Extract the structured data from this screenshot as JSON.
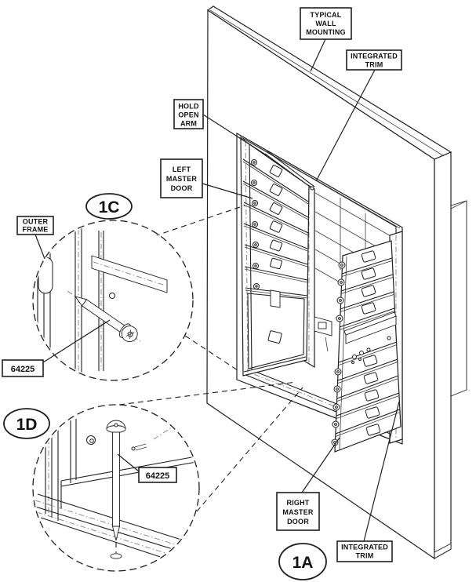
{
  "diagram": {
    "description": "Wall-mounted 4C mailbox installation drawing with detail callouts",
    "callouts": {
      "typical_wall_mounting": {
        "line1": "TYPICAL",
        "line2": "WALL",
        "line3": "MOUNTING"
      },
      "integrated_trim_top": {
        "line1": "INTEGRATED",
        "line2": "TRIM"
      },
      "hold_open_arm": {
        "line1": "HOLD",
        "line2": "OPEN",
        "line3": "ARM"
      },
      "left_master_door": {
        "line1": "LEFT",
        "line2": "MASTER",
        "line3": "DOOR"
      },
      "outer_frame": {
        "line1": "OUTER",
        "line2": "FRAME"
      },
      "right_master_door": {
        "line1": "RIGHT",
        "line2": "MASTER",
        "line3": "DOOR"
      },
      "integrated_trim_bottom": {
        "line1": "INTEGRATED",
        "line2": "TRIM"
      }
    },
    "part_numbers": {
      "screw_detail_1c": "64225",
      "screw_detail_1d": "64225"
    },
    "detail_markers": {
      "detail_c": "1C",
      "detail_d": "1D",
      "view_a": "1A"
    },
    "colors": {
      "line": "#1f1f1f",
      "hidden_line": "#8c8c8c",
      "background": "#ffffff"
    }
  }
}
